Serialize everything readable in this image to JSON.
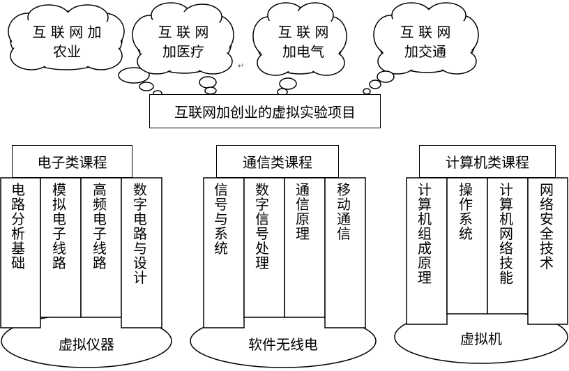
{
  "clouds": [
    {
      "line1": "互 联 网 加",
      "line2": "农业"
    },
    {
      "line1": "互 联 网",
      "line2": "加医疗"
    },
    {
      "line1": "互 联 网",
      "line2": "加电气"
    },
    {
      "line1": "互 联 网",
      "line2": "加交通"
    }
  ],
  "main_title": "互联网加创业的虚拟实验项目",
  "paragraph_mark": "↵",
  "groups": [
    {
      "title": "电子类课程",
      "courses": [
        "电路分析基础",
        "模拟电子线路",
        "高频电子线路",
        "数字电路与设计"
      ],
      "platform": "虚拟仪器"
    },
    {
      "title": "通信类课程",
      "courses": [
        "信号与系统",
        "数字信号处理",
        "通信原理",
        "移动通信"
      ],
      "platform": "软件无线电"
    },
    {
      "title": "计算机类课程",
      "courses": [
        "计算机组成原理",
        "操作系统",
        "计算机网络技能",
        "网络安全技术"
      ],
      "platform": "虚拟机"
    }
  ]
}
